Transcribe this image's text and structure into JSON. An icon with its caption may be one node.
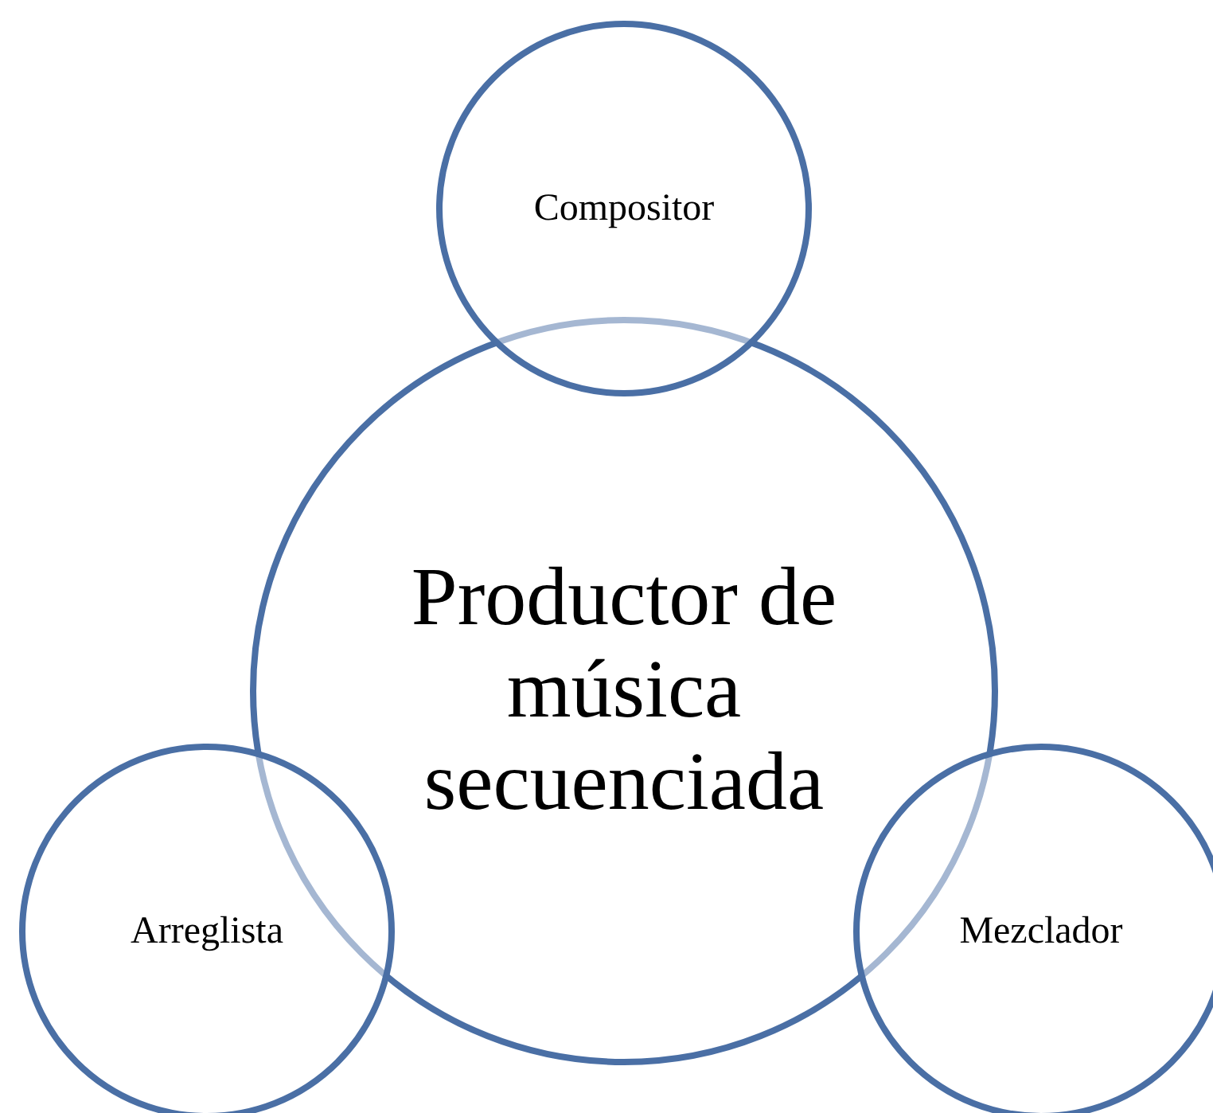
{
  "diagram": {
    "nodes": [
      {
        "text": [
          "Compositor"
        ]
      },
      {
        "text": [
          "Productor de música secuenciada"
        ]
      },
      {
        "text": [
          "Arreglista"
        ]
      },
      {
        "text": [
          "Mezclador"
        ]
      }
    ]
  }
}
